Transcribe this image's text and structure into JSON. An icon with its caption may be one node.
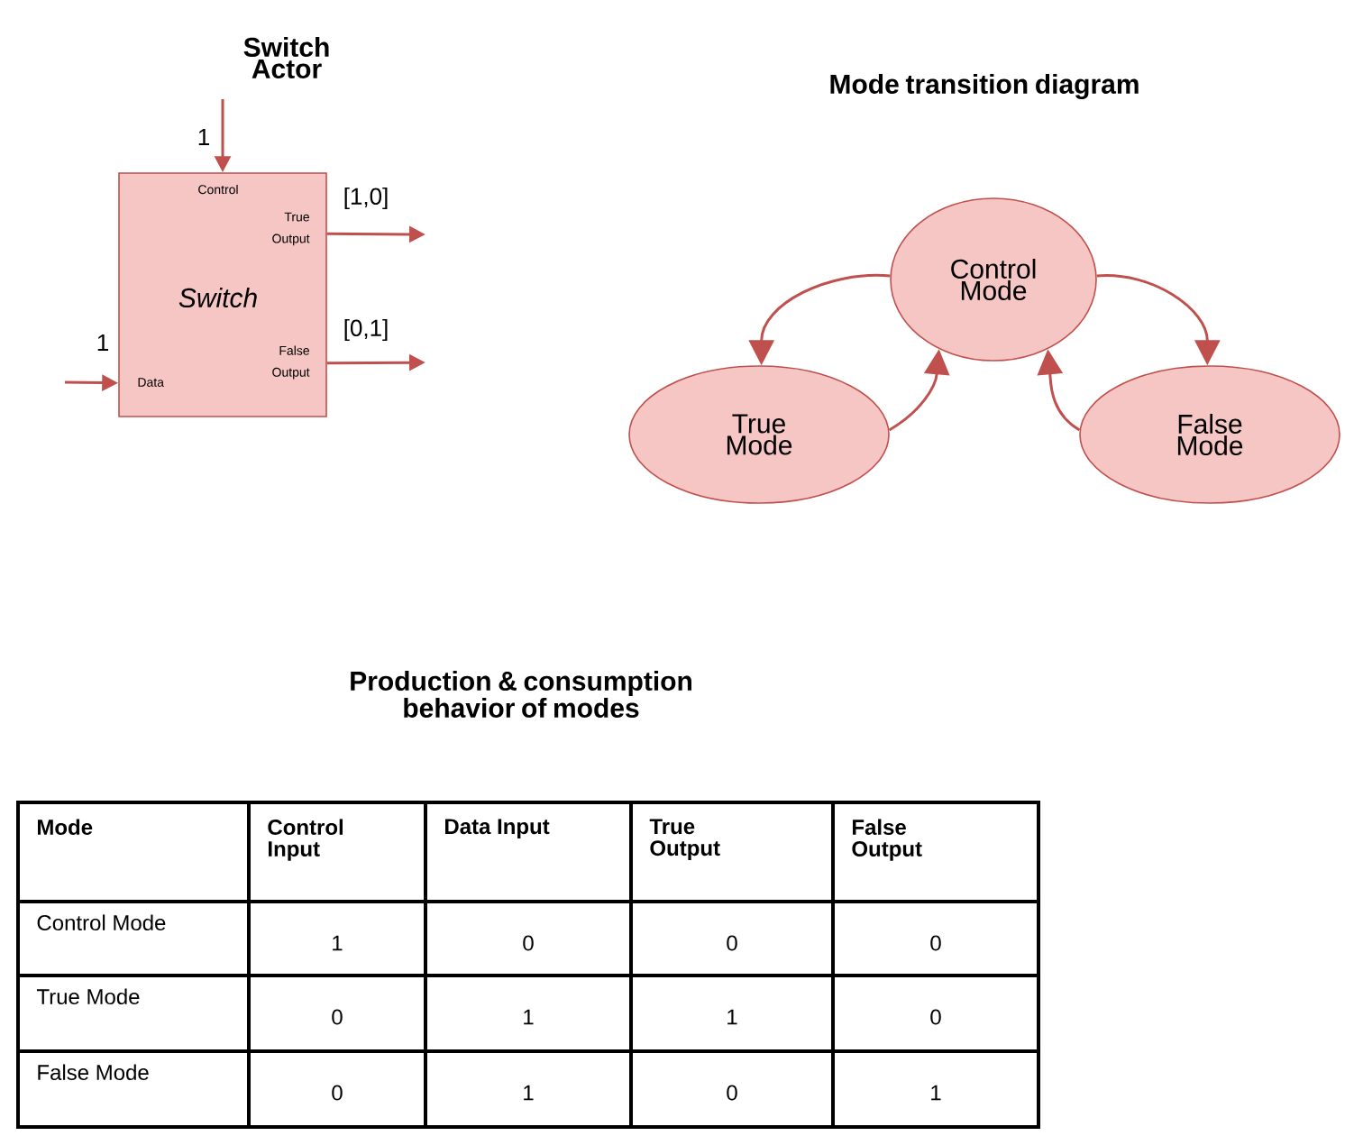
{
  "diagram": {
    "nodes": [
      {
        "text": [
          "Switch",
          "Control",
          "True Output",
          "False Output",
          "Data"
        ]
      },
      {
        "text": [
          "Control Mode"
        ]
      },
      {
        "text": [
          "True Mode"
        ]
      },
      {
        "text": [
          "False Mode"
        ]
      }
    ],
    "edges": [
      {
        "from": null,
        "to": 0,
        "arrow": "to",
        "label": "1"
      },
      {
        "from": null,
        "to": 0,
        "arrow": "to",
        "label": "1"
      },
      {
        "from": 0,
        "to": null,
        "arrow": "to",
        "label": "[1,0]"
      },
      {
        "from": 0,
        "to": null,
        "arrow": "to",
        "label": "[0,1]"
      },
      {
        "from": 1,
        "to": 2,
        "arrow": "to"
      },
      {
        "from": 2,
        "to": 1,
        "arrow": "to"
      },
      {
        "from": 1,
        "to": 3,
        "arrow": "to"
      },
      {
        "from": 3,
        "to": 1,
        "arrow": "to"
      }
    ],
    "labels": [
      "Switch Actor",
      "Mode transition diagram",
      "Production & consumption behavior of modes",
      "Mode",
      "Control Input",
      "Data Input",
      "True Output",
      "False Output",
      "Control Mode",
      "1",
      "0",
      "0",
      "0",
      "True Mode",
      "0",
      "1",
      "1",
      "0",
      "False Mode",
      "0",
      "1",
      "0",
      "1"
    ]
  }
}
